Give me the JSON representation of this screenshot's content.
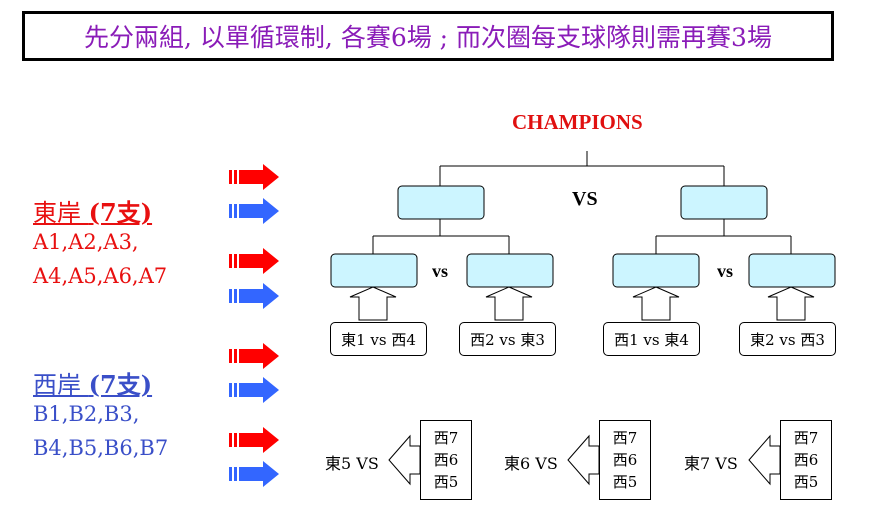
{
  "banner": "先分兩組, 以單循環制, 各賽6場 ; 而次圈每支球隊則需再賽3場",
  "champions": "CHAMPIONS",
  "final_vs": "VS",
  "semi_vs": "vs",
  "east": {
    "title_name": "東岸 ",
    "title_count": "(7支)",
    "line1": "A1,A2,A3,",
    "line2": "A4,A5,A6,A7"
  },
  "west": {
    "title_name": "西岸 ",
    "title_count": "(7支)",
    "line1": "B1,B2,B3,",
    "line2": "B4,B5,B6,B7"
  },
  "quarter_matches": [
    "東1 vs 西4",
    "西2 vs 東3",
    "西1 vs 東4",
    "東2 vs 西3"
  ],
  "playoff": [
    {
      "east": "東5 VS",
      "west": [
        "西7",
        "西6",
        "西5"
      ]
    },
    {
      "east": "東6 VS",
      "west": [
        "西7",
        "西6",
        "西5"
      ]
    },
    {
      "east": "東7 VS",
      "west": [
        "西7",
        "西6",
        "西5"
      ]
    }
  ],
  "colors": {
    "banner_text": "#8a1cb8",
    "east": "#e81010",
    "west": "#3a4fc8",
    "champions": "#e01010",
    "bracket_box": "#ccf5ff",
    "arrow_red": "#ff0000",
    "arrow_blue": "#3366ff"
  }
}
